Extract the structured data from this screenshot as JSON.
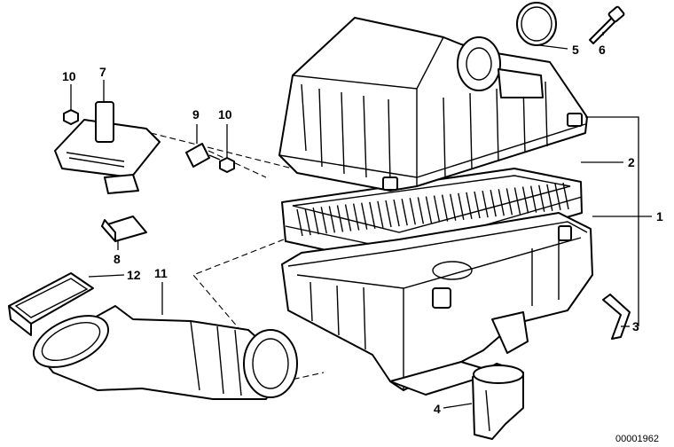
{
  "diagram": {
    "reference_number": "00001962",
    "callouts": {
      "c1": "1",
      "c2": "2",
      "c3": "3",
      "c4": "4",
      "c5": "5",
      "c6": "6",
      "c7": "7",
      "c8": "8",
      "c9": "9",
      "c10a": "10",
      "c10b": "10",
      "c11": "11",
      "c12": "12"
    },
    "colors": {
      "line": "#000000",
      "background": "#ffffff"
    }
  }
}
